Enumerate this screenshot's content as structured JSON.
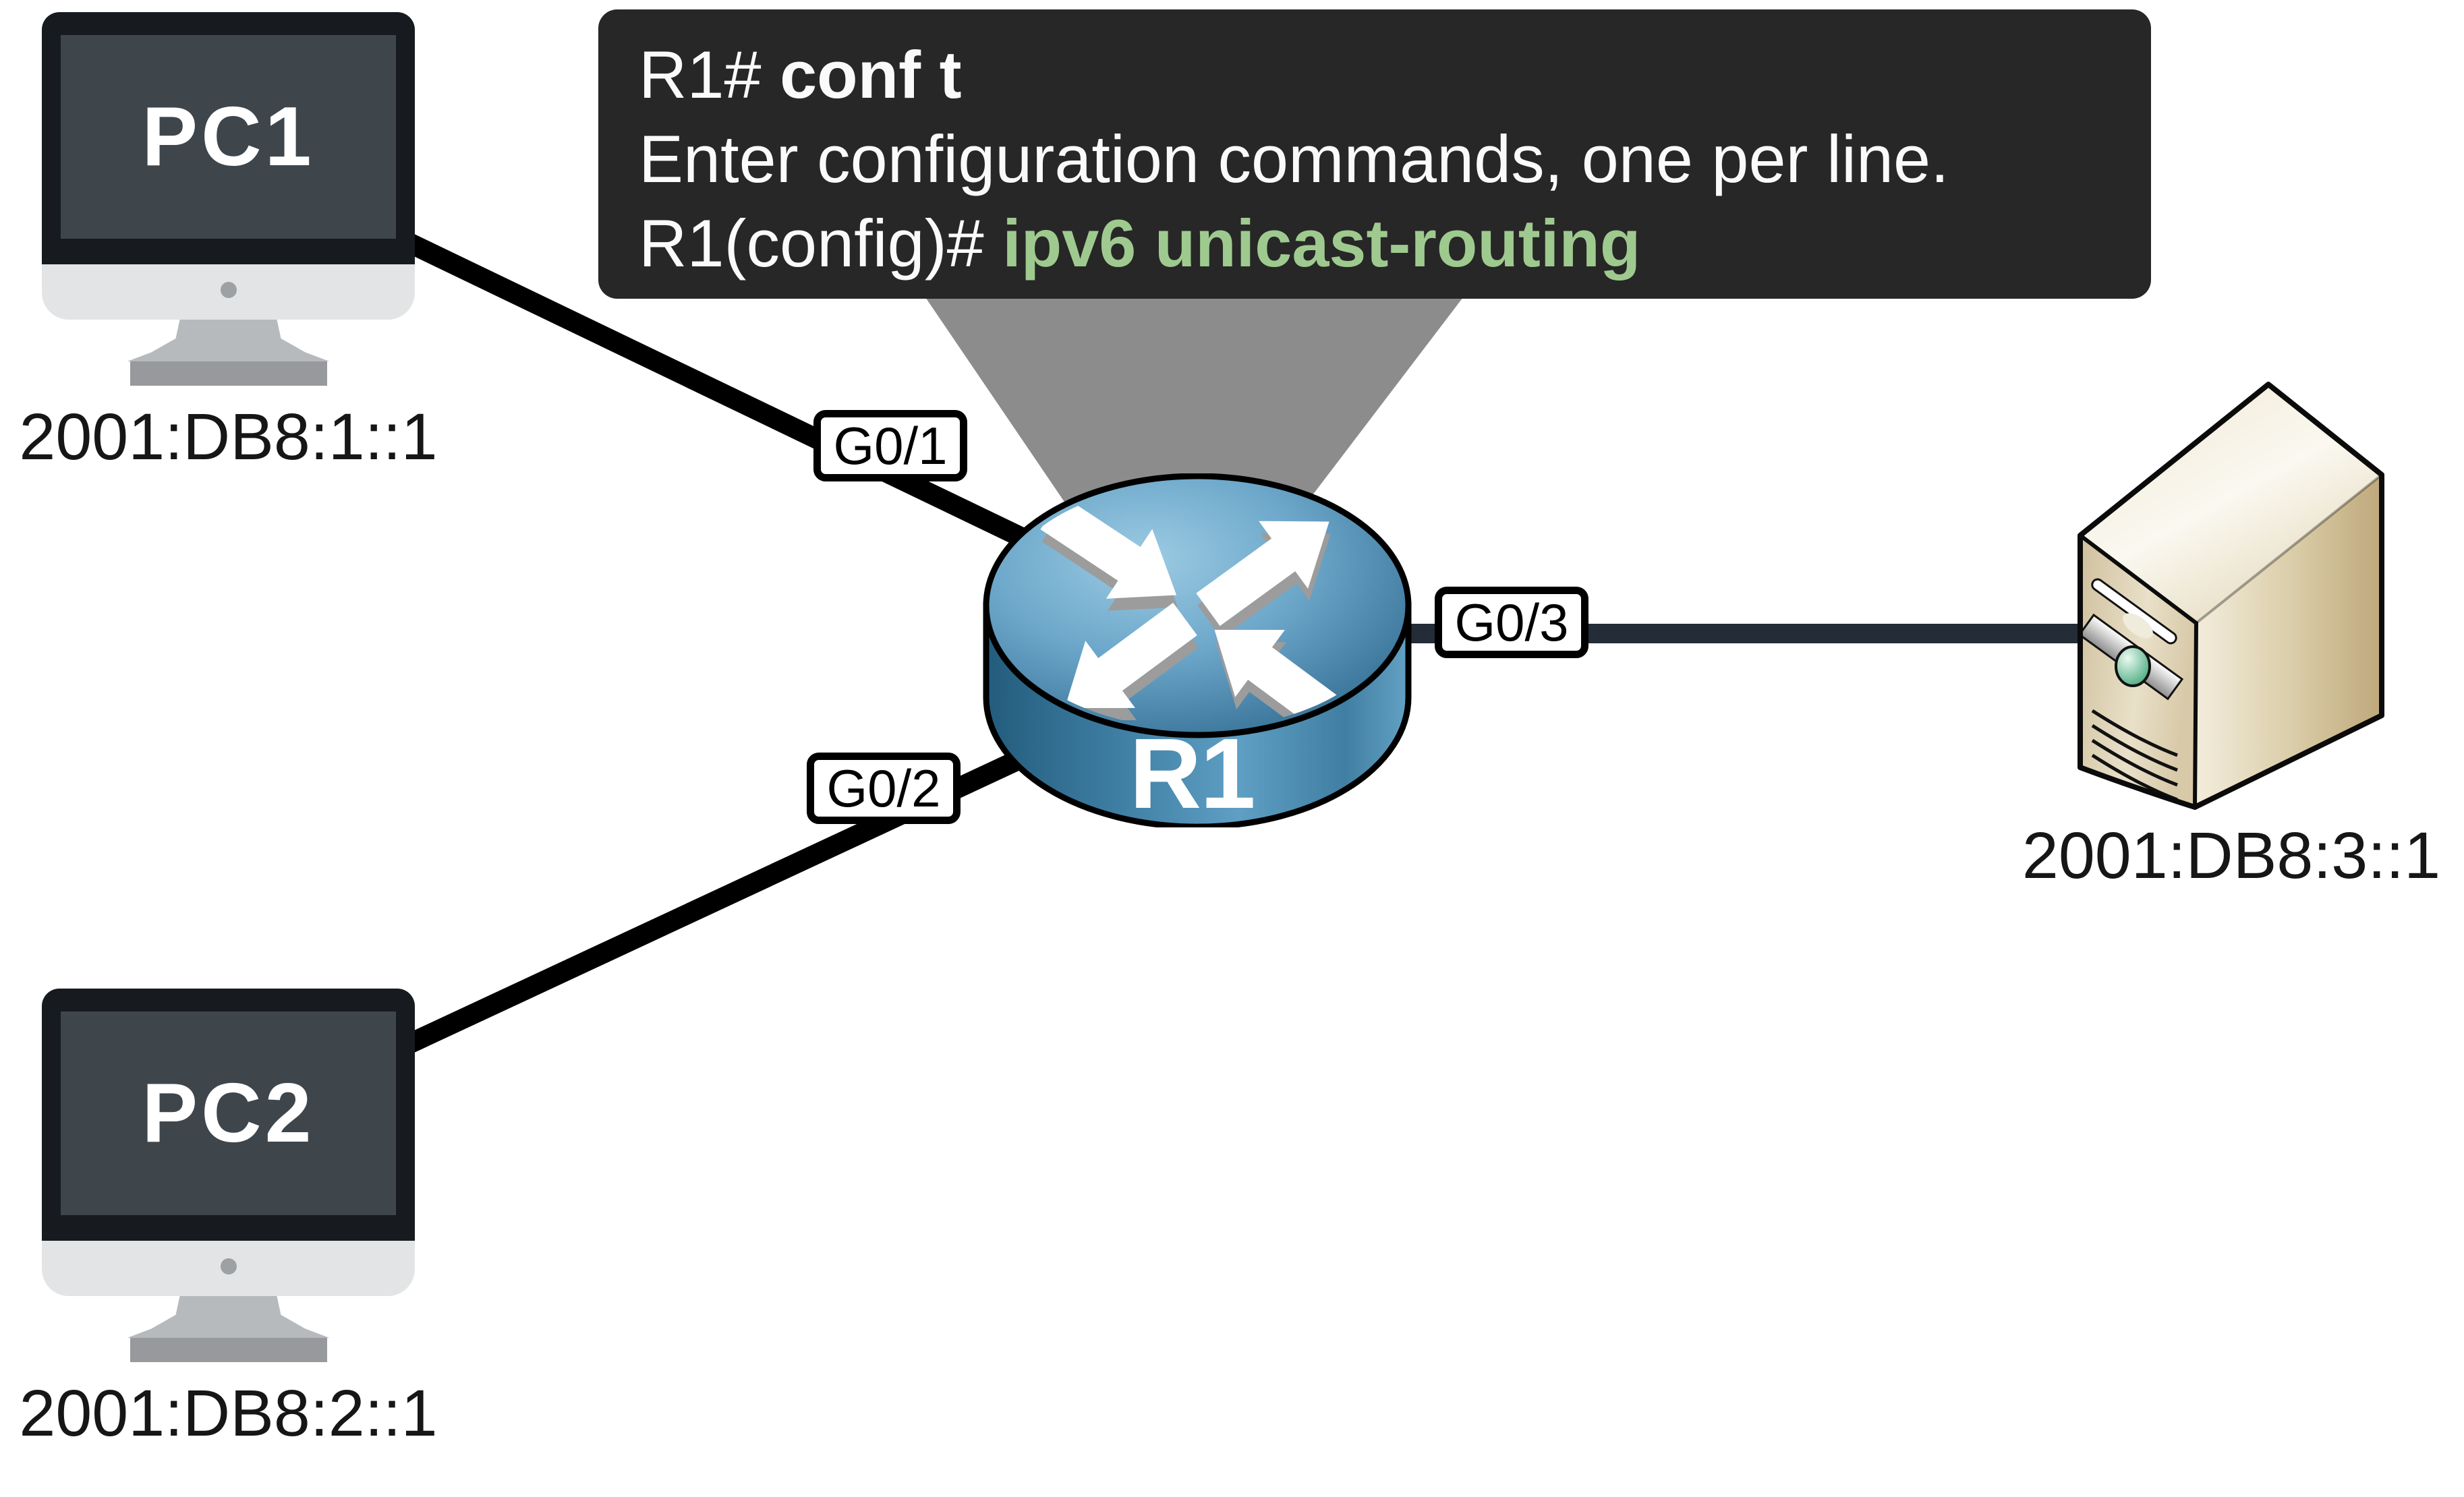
{
  "terminal": {
    "line1_prompt": "R1# ",
    "line1_command": "conf t",
    "line2_text": "Enter configuration commands, one per line.",
    "line3_prompt": "R1(config)# ",
    "line3_command": "ipv6 unicast-routing"
  },
  "devices": {
    "pc1": {
      "label": "PC1",
      "address": "2001:DB8:1::1"
    },
    "pc2": {
      "label": "PC2",
      "address": "2001:DB8:2::1"
    },
    "router": {
      "label": "R1"
    },
    "server": {
      "address": "2001:DB8:3::1"
    }
  },
  "interfaces": {
    "g0_1": "G0/1",
    "g0_2": "G0/2",
    "g0_3": "G0/3"
  },
  "colors": {
    "background": "#ffffff",
    "terminal_bg": "#272727",
    "terminal_text": "#fafafa",
    "command_green": "#9fca8f",
    "callout_gray": "#8c8c8c",
    "router_blue": "#4b8fb4",
    "server_beige": "#d9cba6",
    "link_black": "#000000",
    "link_dark_slate": "#242c38"
  }
}
